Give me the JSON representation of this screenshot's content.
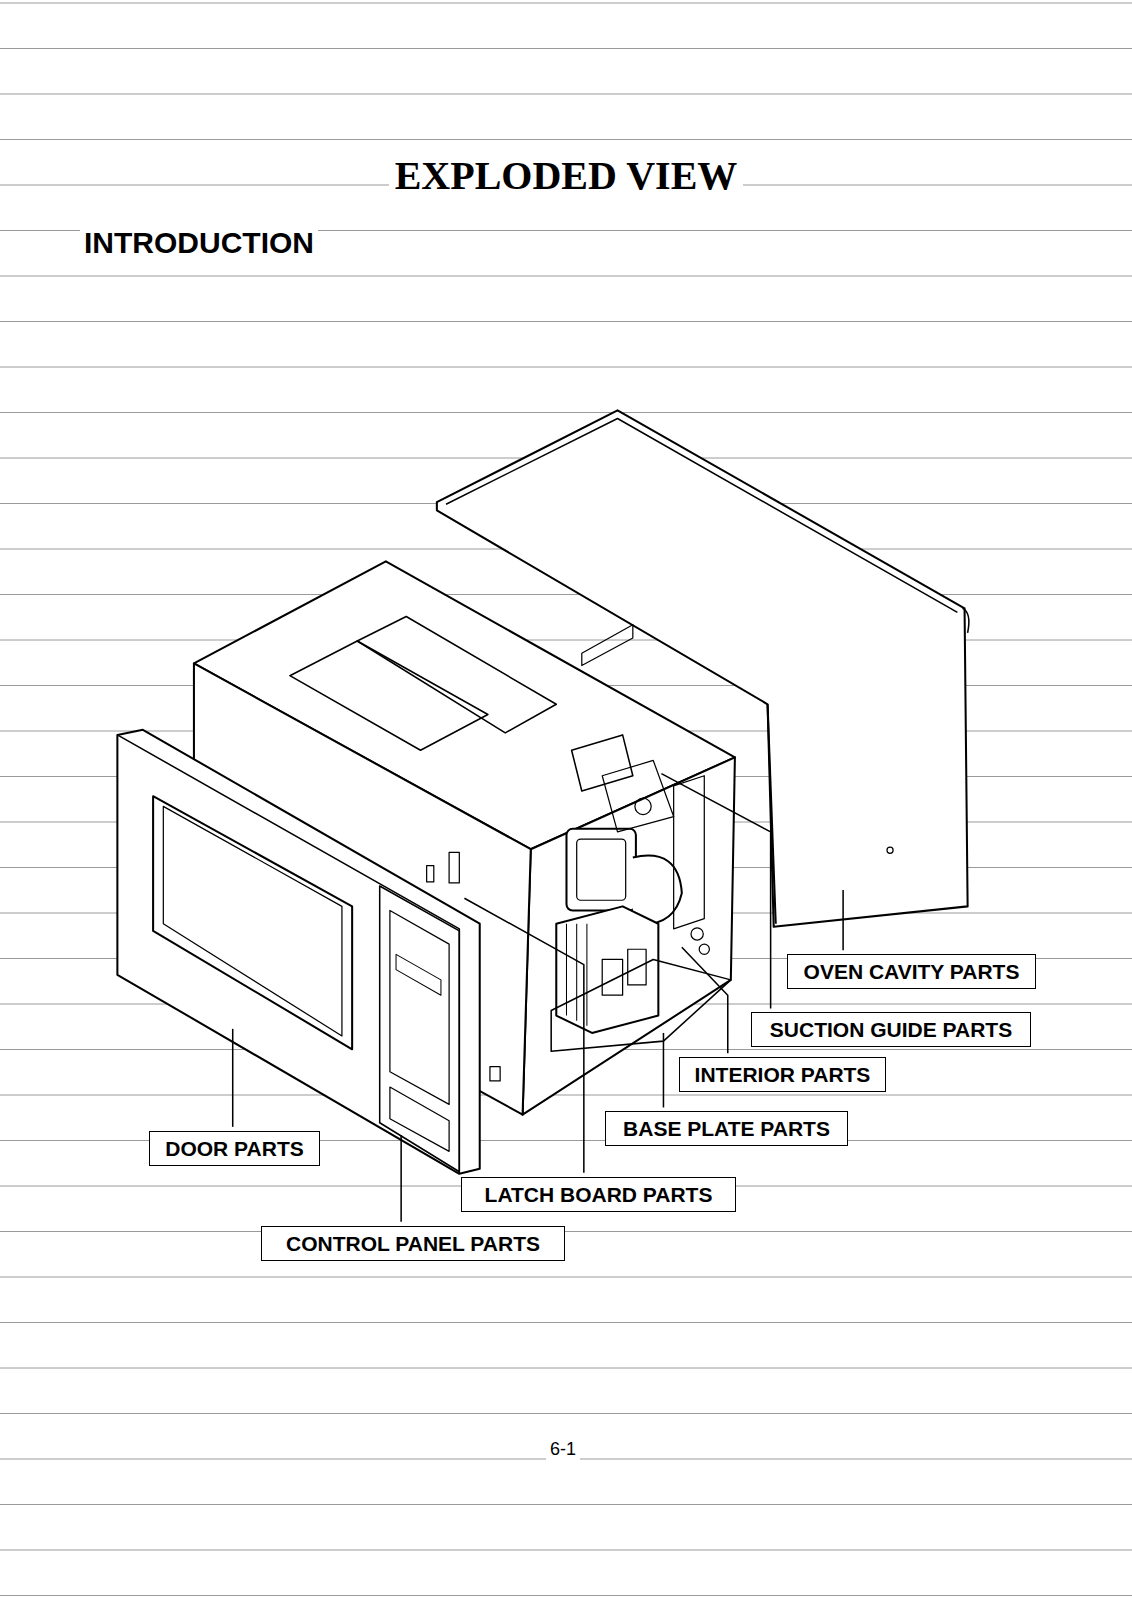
{
  "diagram": {
    "title": "EXPLODED VIEW",
    "nodes": [
      {
        "text": [
          "OVEN CAVITY PARTS"
        ]
      },
      {
        "text": [
          "SUCTION GUIDE PARTS"
        ]
      },
      {
        "text": [
          "INTERIOR PARTS"
        ]
      },
      {
        "text": [
          "BASE PLATE PARTS"
        ]
      },
      {
        "text": [
          "DOOR PARTS"
        ]
      },
      {
        "text": [
          "LATCH BOARD PARTS"
        ]
      },
      {
        "text": [
          "CONTROL PANEL PARTS"
        ]
      }
    ],
    "labels": [
      "INTRODUCTION",
      "6-1"
    ]
  }
}
